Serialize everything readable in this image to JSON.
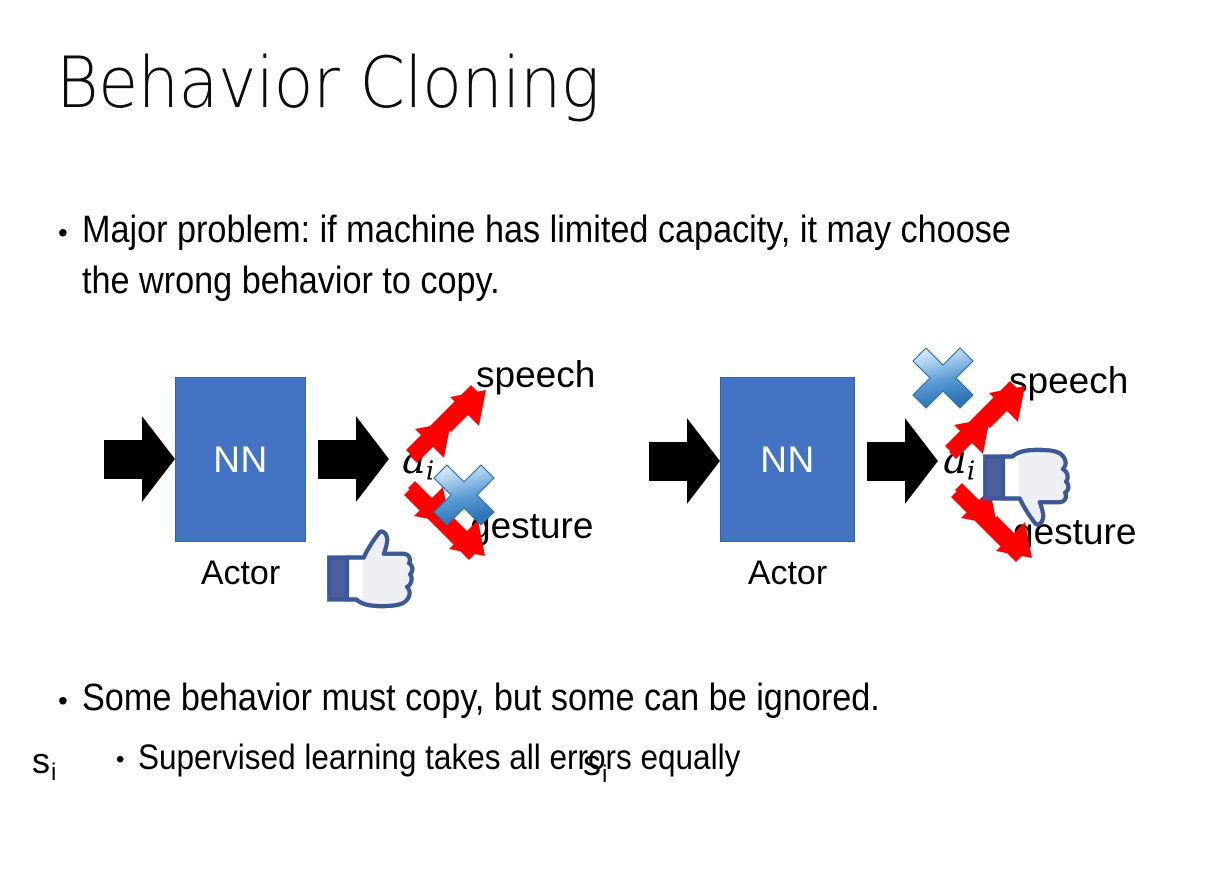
{
  "slide": {
    "title": "Behavior Cloning",
    "background_color": "#FFFFFF"
  },
  "bullets": [
    {
      "marker": "•",
      "text": "Major problem: if machine has limited capacity, it may choose the wrong behavior to copy.",
      "level": 1
    },
    {
      "marker": "•",
      "text": "Some behavior must copy, but some can be ignored.",
      "level": 1
    },
    {
      "marker": "•",
      "text": "Supervised learning takes all errors equally",
      "level": 2
    }
  ],
  "diagrams": [
    {
      "id": "left",
      "state_label": "s",
      "state_subscript": "i",
      "network_label": "NN",
      "network_caption": "Actor",
      "action_label": "â",
      "action_subscript": "i",
      "output_top_label": "speech",
      "output_bottom_label": "gesture",
      "crossed_out_output": "gesture",
      "feedback_icon": "thumbs-up-icon",
      "feedback_meaning": "like"
    },
    {
      "id": "right",
      "state_label": "s",
      "state_subscript": "i",
      "network_label": "NN",
      "network_caption": "Actor",
      "action_label": "â",
      "action_subscript": "i",
      "output_top_label": "speech",
      "output_bottom_label": "gesture",
      "crossed_out_output": "speech",
      "feedback_icon": "thumbs-down-icon",
      "feedback_meaning": "dislike"
    }
  ],
  "colors": {
    "network_fill": "#4573C4",
    "network_border": "#3563B0",
    "network_text": "#FFFFFF",
    "flow_arrow": "#000000",
    "mode_arrow": "#FF0000",
    "cross_marker_light": "#CFE3F7",
    "cross_marker_dark": "#2E75B6",
    "thumb_outline": "#3B5998",
    "thumb_fill": "#FFFFFF",
    "thumb_cuff": "#4A5F9E",
    "text": "#000000"
  }
}
